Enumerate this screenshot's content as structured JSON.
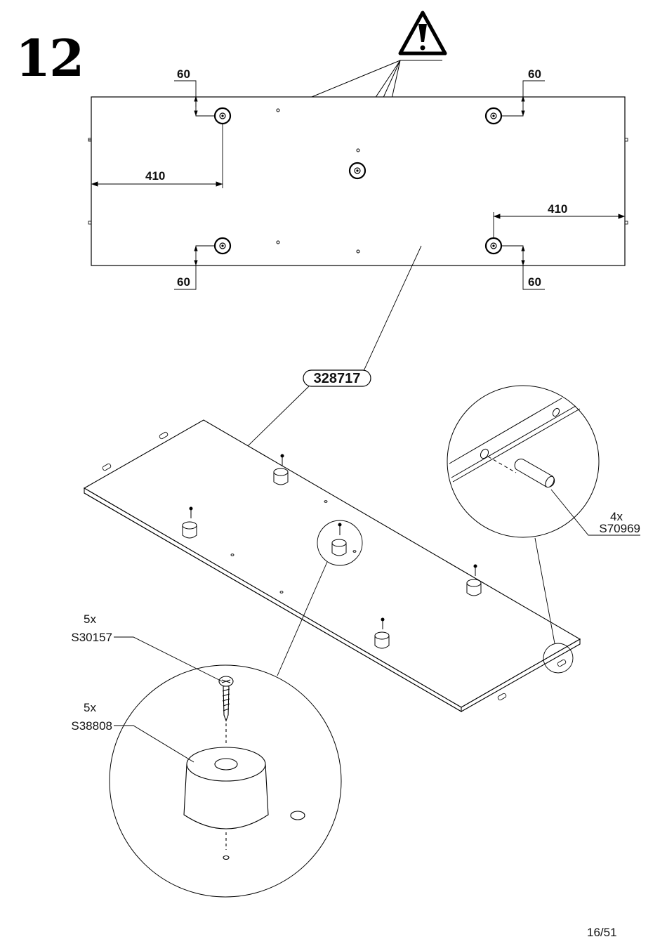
{
  "step_number": "12",
  "page_number": "16/51",
  "panel_part_number": "328717",
  "warning_icon": "warning-triangle-icon",
  "dimensions": {
    "top_left_offset": "60",
    "top_right_offset": "60",
    "bottom_left_offset": "60",
    "bottom_right_offset": "60",
    "left_span": "410",
    "right_span": "410"
  },
  "callouts": {
    "dowel": {
      "quantity": "4x",
      "code": "S70969"
    },
    "screw": {
      "quantity": "5x",
      "code": "S30157"
    },
    "foot": {
      "quantity": "5x",
      "code": "S38808"
    }
  }
}
